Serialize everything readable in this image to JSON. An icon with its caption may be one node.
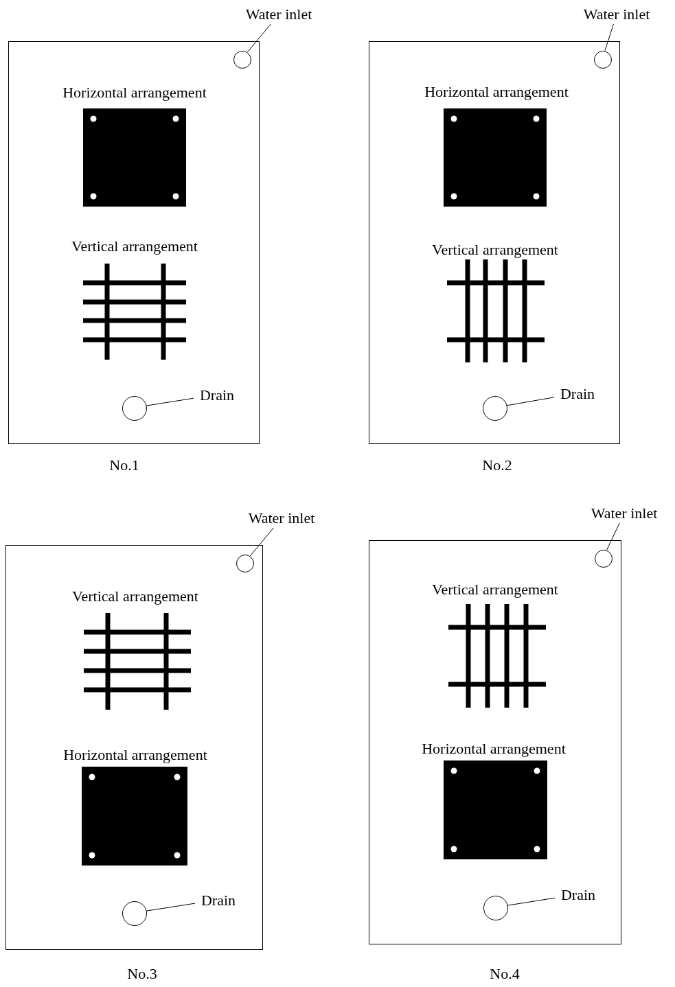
{
  "diagram": {
    "nodes": [
      {
        "text": [],
        "shape": "box",
        "beside": [
          "No.1"
        ]
      },
      {
        "text": [
          "Water inlet"
        ]
      },
      {
        "text": [],
        "shape": "circle",
        "in": 0
      },
      {
        "text": [
          "Horizontal arrangement"
        ],
        "in": 0
      },
      {
        "text": [
          "Vertical arrangement"
        ],
        "in": 0
      },
      {
        "text": [],
        "shape": "circle",
        "in": 0
      },
      {
        "text": [
          "Drain"
        ],
        "in": 0
      },
      {
        "text": [],
        "shape": "box",
        "beside": [
          "No.2"
        ]
      },
      {
        "text": [
          "Water inlet"
        ]
      },
      {
        "text": [],
        "shape": "circle",
        "in": 7
      },
      {
        "text": [
          "Horizontal arrangement"
        ],
        "in": 7
      },
      {
        "text": [
          "Vertical arrangement"
        ],
        "in": 7
      },
      {
        "text": [],
        "shape": "circle",
        "in": 7
      },
      {
        "text": [
          "Drain"
        ],
        "in": 7
      },
      {
        "text": [],
        "shape": "box",
        "beside": [
          "No.3"
        ]
      },
      {
        "text": [
          "Water inlet"
        ]
      },
      {
        "text": [],
        "shape": "circle",
        "in": 14
      },
      {
        "text": [
          "Vertical arrangement"
        ],
        "in": 14
      },
      {
        "text": [
          "Horizontal arrangement"
        ],
        "in": 14
      },
      {
        "text": [],
        "shape": "circle",
        "in": 14
      },
      {
        "text": [
          "Drain"
        ],
        "in": 14
      },
      {
        "text": [],
        "shape": "box",
        "beside": [
          "No.4"
        ]
      },
      {
        "text": [
          "Water inlet"
        ]
      },
      {
        "text": [],
        "shape": "circle",
        "in": 21
      },
      {
        "text": [
          "Vertical arrangement"
        ],
        "in": 21
      },
      {
        "text": [
          "Horizontal arrangement"
        ],
        "in": 21
      },
      {
        "text": [],
        "shape": "circle",
        "in": 21
      },
      {
        "text": [
          "Drain"
        ],
        "in": 21
      }
    ],
    "edges": [
      {
        "from": 1,
        "to": 2,
        "arrow": "none"
      },
      {
        "from": 6,
        "to": 5,
        "arrow": "none"
      },
      {
        "from": 8,
        "to": 9,
        "arrow": "none"
      },
      {
        "from": 13,
        "to": 12,
        "arrow": "none"
      },
      {
        "from": 15,
        "to": 16,
        "arrow": "none"
      },
      {
        "from": 20,
        "to": 19,
        "arrow": "none"
      },
      {
        "from": 22,
        "to": 23,
        "arrow": "none"
      },
      {
        "from": 27,
        "to": 26,
        "arrow": "none"
      }
    ]
  }
}
